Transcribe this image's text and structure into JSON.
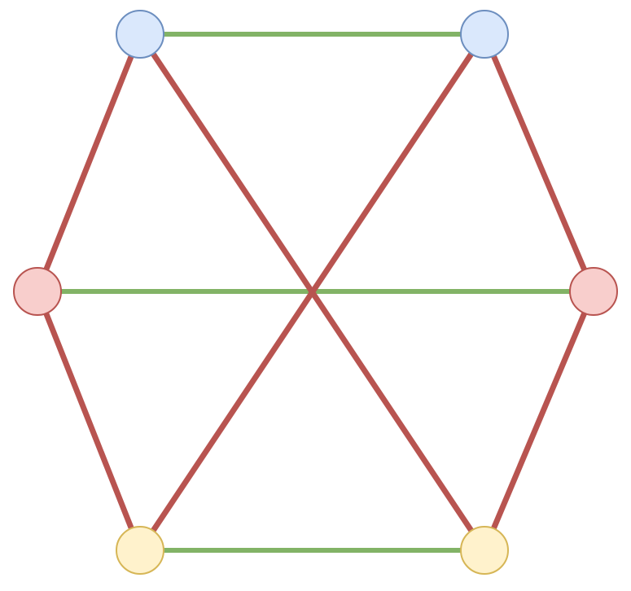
{
  "diagram": {
    "palette": {
      "green_edge": "#82b366",
      "red_edge": "#b85450",
      "blue_fill": "#dae8fc",
      "blue_stroke": "#6c8ebf",
      "red_fill": "#f8cecc",
      "red_stroke": "#b85450",
      "yellow_fill": "#fff2cc",
      "yellow_stroke": "#d6b656"
    },
    "nodes": [
      {
        "id": "top-left",
        "color": "blue"
      },
      {
        "id": "top-right",
        "color": "blue"
      },
      {
        "id": "middle-left",
        "color": "red"
      },
      {
        "id": "middle-right",
        "color": "red"
      },
      {
        "id": "bottom-left",
        "color": "yellow"
      },
      {
        "id": "bottom-right",
        "color": "yellow"
      }
    ],
    "edges": [
      {
        "from": "top-left",
        "to": "top-right",
        "color": "green"
      },
      {
        "from": "middle-left",
        "to": "middle-right",
        "color": "green"
      },
      {
        "from": "bottom-left",
        "to": "bottom-right",
        "color": "green"
      },
      {
        "from": "top-left",
        "to": "middle-left",
        "color": "red"
      },
      {
        "from": "top-left",
        "to": "bottom-right",
        "color": "red"
      },
      {
        "from": "top-right",
        "to": "middle-right",
        "color": "red"
      },
      {
        "from": "top-right",
        "to": "bottom-left",
        "color": "red"
      },
      {
        "from": "middle-left",
        "to": "bottom-left",
        "color": "red"
      },
      {
        "from": "middle-right",
        "to": "bottom-right",
        "color": "red"
      }
    ]
  }
}
